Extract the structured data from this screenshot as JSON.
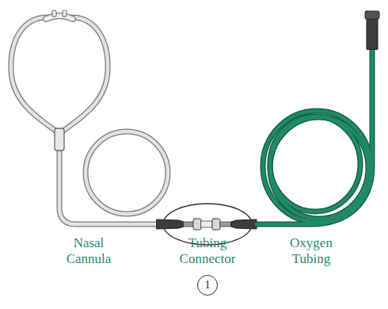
{
  "diagram": {
    "nodes": [
      {
        "text": [
          "1"
        ]
      }
    ],
    "labels": [
      "Nasal Cannula",
      "Tubing Connector",
      "Oxygen Tubing"
    ]
  }
}
